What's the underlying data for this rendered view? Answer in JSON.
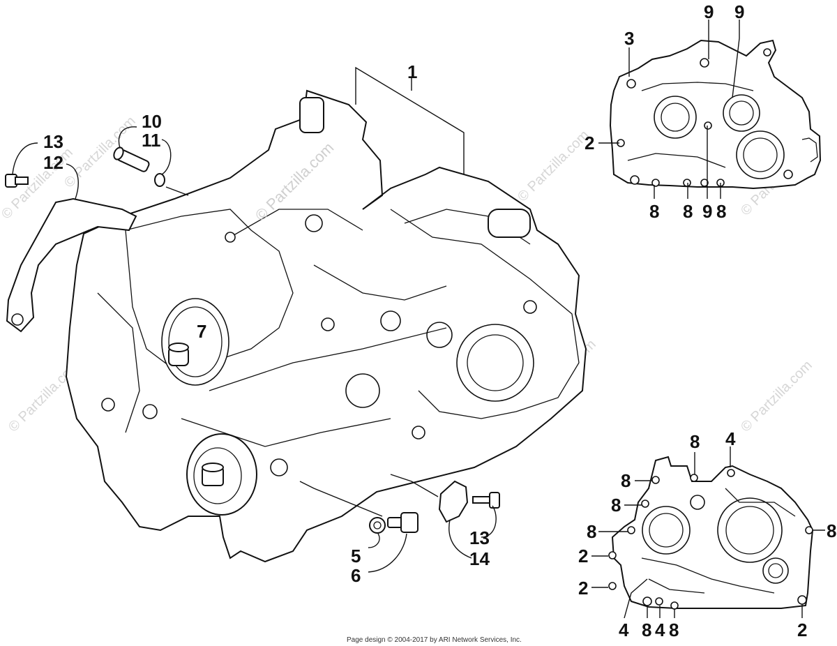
{
  "callouts": {
    "main": {
      "c1": "1",
      "c7": "7",
      "c10": "10",
      "c11": "11",
      "c13a": "13",
      "c12": "12",
      "c5": "5",
      "c6": "6",
      "c13b": "13",
      "c14": "14"
    },
    "top_right": {
      "c3": "3",
      "c9a": "9",
      "c9b": "9",
      "c2": "2",
      "c8a": "8",
      "c8b": "8",
      "c9c": "9",
      "c8c": "8"
    },
    "bottom_right": {
      "c8top": "8",
      "c4top": "4",
      "c8l1": "8",
      "c8l2": "8",
      "c8l3": "8",
      "c2a": "2",
      "c2b": "2",
      "c8r": "8",
      "c4b1": "4",
      "c8b1": "8",
      "c4b2": "4",
      "c8b2": "8",
      "c2br": "2"
    }
  },
  "watermark": {
    "main": "© Partzilla.com",
    "repeat": "© Partzilla.com"
  },
  "footer": "Page design © 2004-2017 by ARI Network Services, Inc."
}
